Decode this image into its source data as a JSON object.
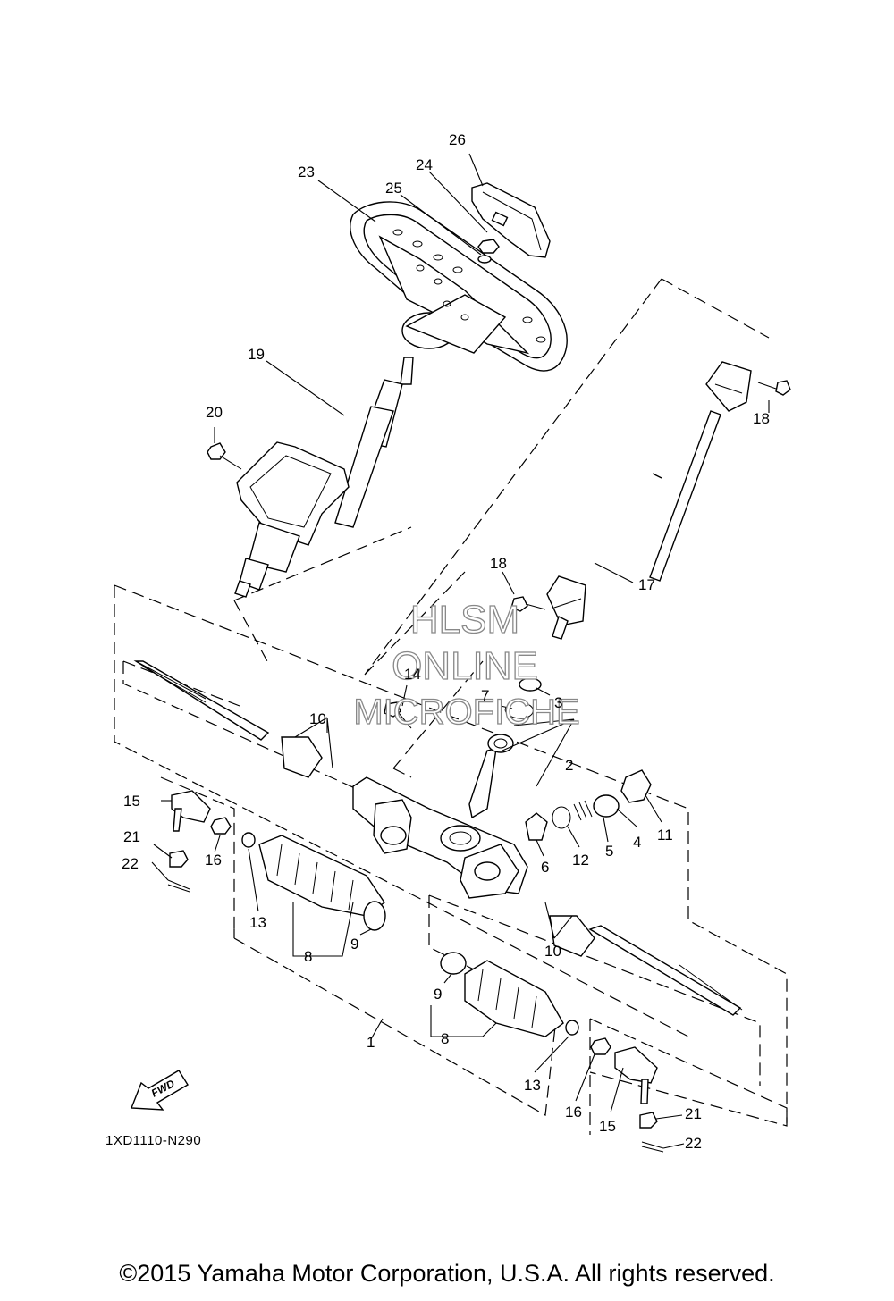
{
  "callouts": {
    "c1": "1",
    "c2": "2",
    "c3": "3",
    "c4": "4",
    "c5": "5",
    "c6": "6",
    "c7": "7",
    "c8a": "8",
    "c8b": "8",
    "c9a": "9",
    "c9b": "9",
    "c10a": "10",
    "c10b": "10",
    "c11": "11",
    "c12": "12",
    "c13a": "13",
    "c13b": "13",
    "c14": "14",
    "c15a": "15",
    "c15b": "15",
    "c16a": "16",
    "c16b": "16",
    "c17": "17",
    "c18a": "18",
    "c18b": "18",
    "c19": "19",
    "c20": "20",
    "c21a": "21",
    "c21b": "21",
    "c22a": "22",
    "c22b": "22",
    "c23": "23",
    "c24": "24",
    "c25": "25",
    "c26": "26"
  },
  "watermark": {
    "line1": "HLSM",
    "line2": "ONLINE",
    "line3": "MICROFICHE"
  },
  "fwd_label": "FWD",
  "diagram_code": "1XD1110-N290",
  "copyright": "©2015 Yamaha Motor Corporation, U.S.A. All rights reserved."
}
